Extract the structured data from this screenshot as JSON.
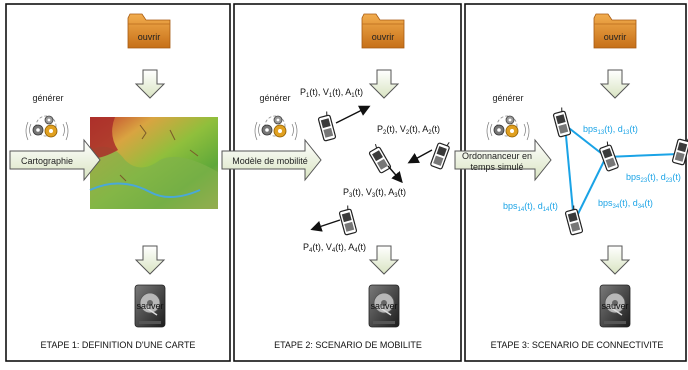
{
  "stages": [
    {
      "title": "ETAPE 1: DEFINITION D'UNE CARTE",
      "open_label": "ouvrir",
      "generate_label": "générer",
      "arrow_label": "Cartographie",
      "save_label": "sauver"
    },
    {
      "title": "ETAPE 2: SCENARIO DE MOBILITE",
      "open_label": "ouvrir",
      "generate_label": "générer",
      "arrow_label": "Modèle de mobilité",
      "save_label": "sauver",
      "node_labels": {
        "n1": {
          "main": "P",
          "sub": "1",
          "rest": "(t), V",
          "sub2": "1",
          "rest2": "(t), A",
          "sub3": "1",
          "rest3": "(t)"
        },
        "n2": {
          "main": "P",
          "sub": "2",
          "rest": "(t), V",
          "sub2": "2",
          "rest2": "(t), A",
          "sub3": "2",
          "rest3": "(t)"
        },
        "n3": {
          "main": "P",
          "sub": "3",
          "rest": "(t), V",
          "sub2": "3",
          "rest2": "(t), A",
          "sub3": "3",
          "rest3": "(t)"
        },
        "n4": {
          "main": "P",
          "sub": "4",
          "rest": "(t), V",
          "sub2": "4",
          "rest2": "(t), A",
          "sub3": "4",
          "rest3": "(t)"
        }
      }
    },
    {
      "title": "ETAPE 3: SCENARIO DE CONNECTIVITE",
      "open_label": "ouvrir",
      "generate_label": "générer",
      "arrow_label_line1": "Ordonnanceur en",
      "arrow_label_line2": "temps simulé",
      "save_label": "sauver",
      "link_labels": {
        "l13": {
          "a": "bps",
          "s": "13",
          "b": "(t), d",
          "s2": "13",
          "c": "(t)"
        },
        "l23": {
          "a": "bps",
          "s": "23",
          "b": "(t), d",
          "s2": "23",
          "c": "(t)"
        },
        "l14": {
          "a": "bps",
          "s": "14",
          "b": "(t), d",
          "s2": "14",
          "c": "(t)"
        },
        "l34": {
          "a": "bps",
          "s": "34",
          "b": "(t), d",
          "s2": "34",
          "c": "(t)"
        }
      }
    }
  ],
  "colors": {
    "frame": "#111111",
    "link": "#1aa3e6",
    "arrow_fill": "#e9f0d8",
    "arrow_stroke": "#555555",
    "folder": "#d9892c"
  },
  "icons": {
    "folder": "folder-icon",
    "gears": "gears-icon",
    "phone": "mobile-phone-icon",
    "disk": "hard-disk-icon"
  }
}
